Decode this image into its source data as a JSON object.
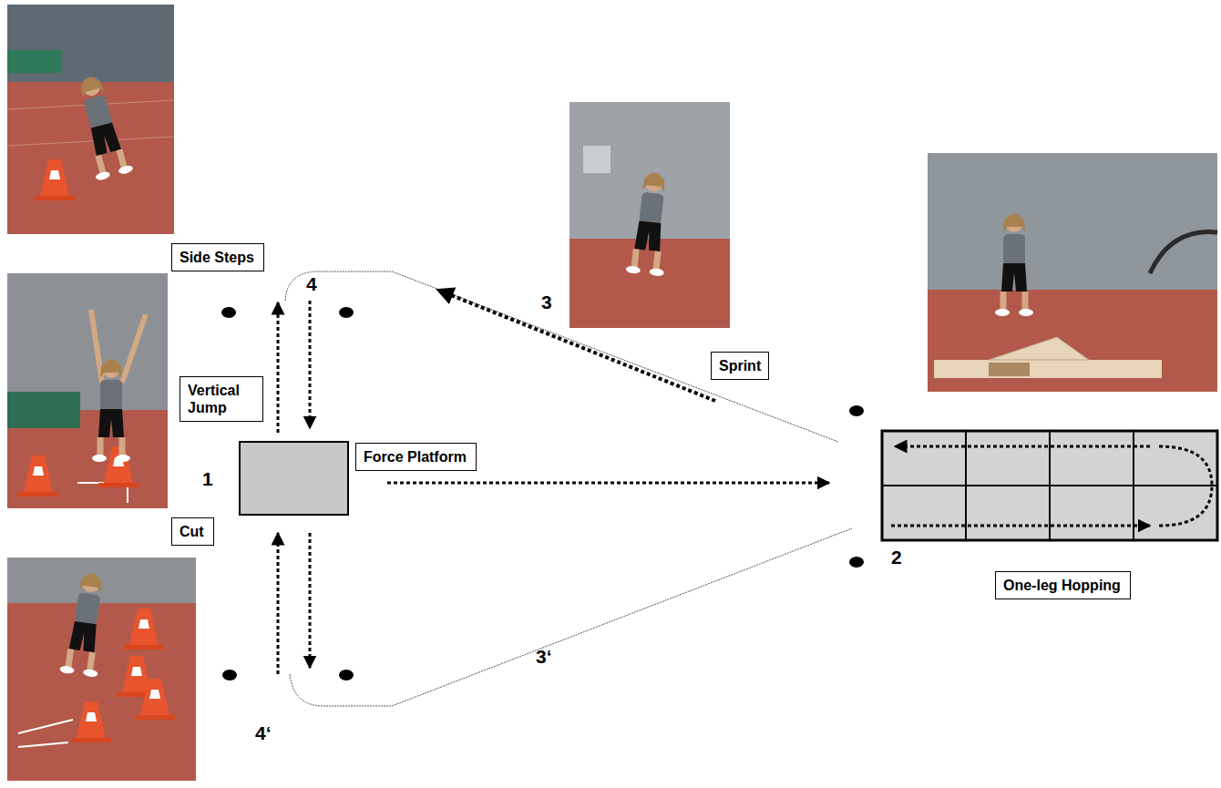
{
  "diagram": {
    "nodes": [
      {
        "text": [
          "Side Steps"
        ]
      },
      {
        "text": [
          "Vertical Jump"
        ]
      },
      {
        "text": [
          "Force Platform"
        ]
      },
      {
        "text": [
          "Cut"
        ]
      },
      {
        "text": [
          "Sprint"
        ]
      },
      {
        "text": [
          "One-leg Hopping"
        ]
      }
    ],
    "labels": [
      "4",
      "3",
      "1",
      "2",
      "3‘",
      "4‘"
    ]
  }
}
